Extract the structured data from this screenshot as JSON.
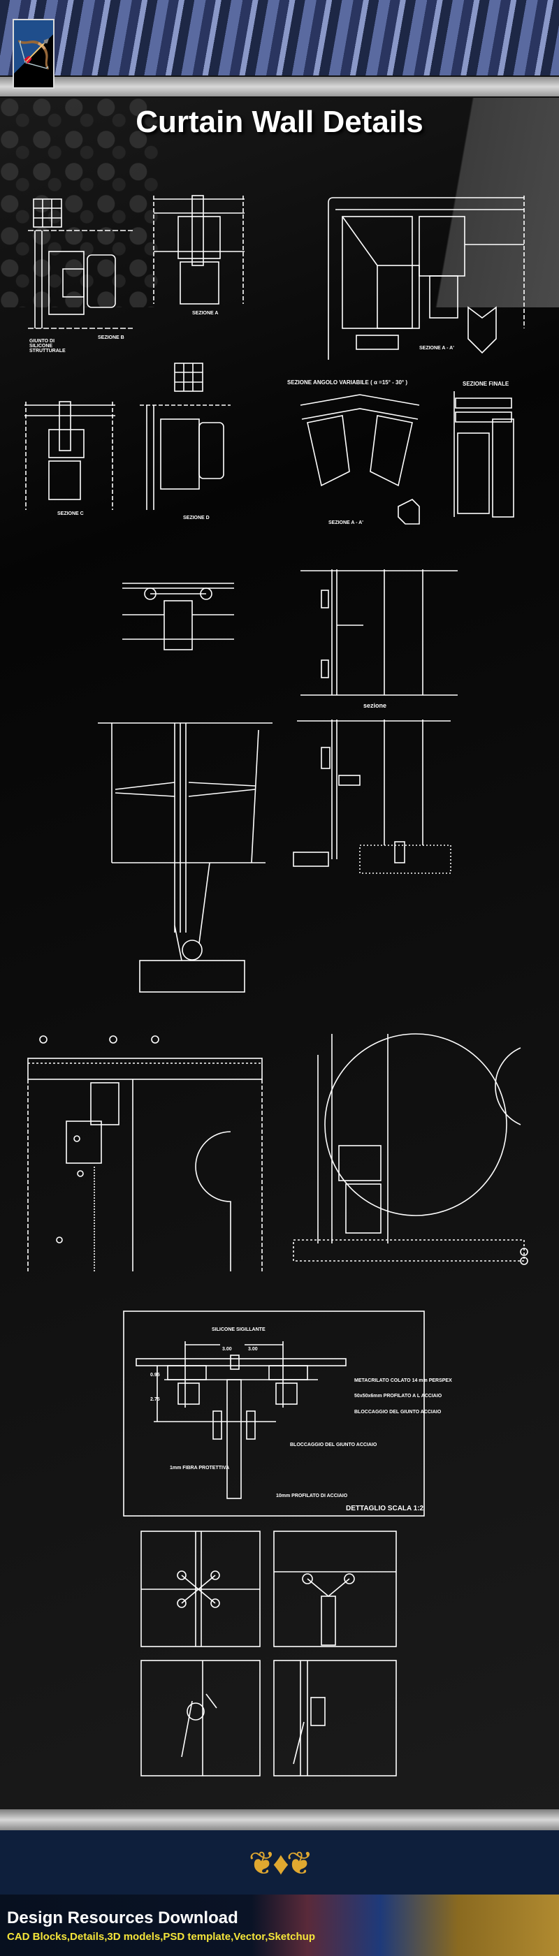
{
  "header": {
    "title": "Curtain Wall Details",
    "logo": "archer-logo"
  },
  "labels": {
    "sezione_b": "SEZIONE B",
    "giunto": "GIUNTO DI SILICONE STRUTTURALE",
    "sezione_a": "SEZIONE A",
    "sezione_aa": "SEZIONE A - A'",
    "angolo": "SEZIONE ANGOLO VARIABILE ( α =15° - 30° )",
    "finale": "SEZIONE FINALE",
    "sezione": "sezione",
    "sezione_aa2": "SEZIONE A - A'",
    "sezione_c": "SEZIONE C",
    "sezione_d": "SEZIONE D"
  },
  "dettaglio": {
    "silicone": "SILICONE SIGILLANTE",
    "dim_left": "3.00",
    "dim_right": "3.00",
    "dim_v1": "0.95",
    "dim_v2": "2.75",
    "note1": "METACRILATO COLATO 14 mm PERSPEX",
    "note2": "50x50x6mm PROFILATO A L ACCIAIO",
    "note3": "BLOCCAGGIO DEL GIUNTO ACCIAIO",
    "note4": "BLOCCAGGIO DEL GIUNTO ACCIAIO",
    "note5": "1mm FIBRA PROTETTIVA",
    "note6": "10mm PROFILATO DI ACCIAIO",
    "caption": "DETTAGLIO   SCALA 1:2"
  },
  "footer": {
    "brand": "Design Resources Download",
    "tagline": "CAD Blocks,Details,3D models,PSD template,Vector,Sketchup"
  }
}
